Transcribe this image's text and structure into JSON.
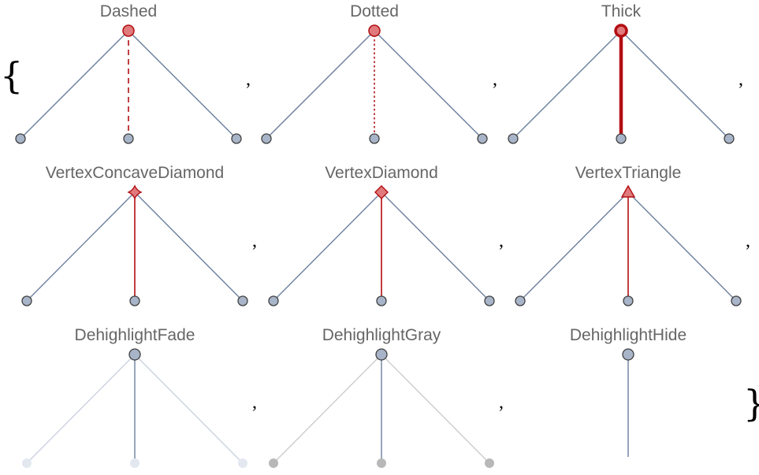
{
  "brace_open": "{",
  "brace_close": "}",
  "separator": ",",
  "colors": {
    "edge": "#6b7f9e",
    "vertex_fill": "#a8b4c8",
    "vertex_stroke": "#404040",
    "highlight": "#b20e12",
    "highlight_fill": "#e07a7c",
    "fade_edge": "#cbd2de",
    "fade_vertex": "#e3e8f0",
    "gray_edge": "#cccccc",
    "gray_vertex": "#b8b8b8"
  },
  "panels": [
    {
      "title": "Dashed",
      "style": "dashed"
    },
    {
      "title": "Dotted",
      "style": "dotted"
    },
    {
      "title": "Thick",
      "style": "thick"
    },
    {
      "title": "VertexConcaveDiamond",
      "style": "concave-diamond"
    },
    {
      "title": "VertexDiamond",
      "style": "diamond"
    },
    {
      "title": "VertexTriangle",
      "style": "triangle"
    },
    {
      "title": "DehighlightFade",
      "style": "fade"
    },
    {
      "title": "DehighlightGray",
      "style": "gray"
    },
    {
      "title": "DehighlightHide",
      "style": "hide"
    }
  ]
}
